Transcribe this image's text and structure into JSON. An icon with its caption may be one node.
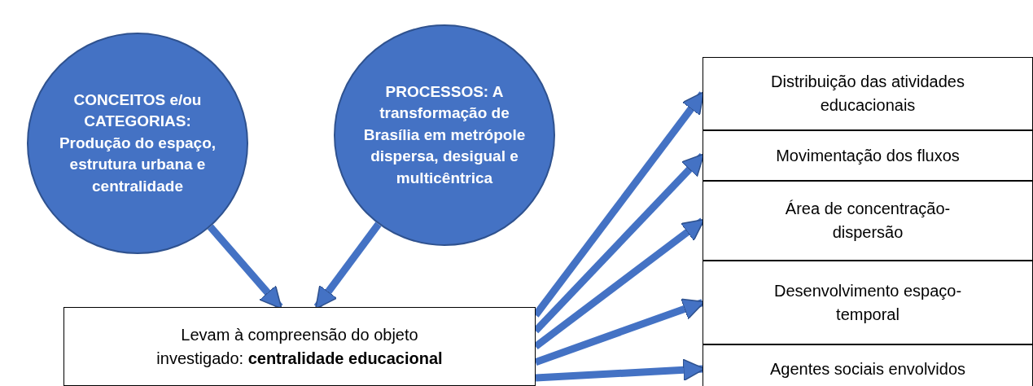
{
  "diagram": {
    "nodes": [
      {
        "text": [
          "CONCEITOS e/ou CATEGORIAS: Produção do espaço, estrutura urbana e centralidade"
        ]
      },
      {
        "text": [
          "PROCESSOS: A transformação de Brasília em metrópole dispersa, desigual e multicêntrica"
        ]
      },
      {
        "text": [
          "Levam à compreensão do objeto investigado: **centralidade educacional**"
        ]
      },
      {
        "text": [
          "Distribuição das atividades educacionais"
        ]
      },
      {
        "text": [
          "Movimentação dos fluxos"
        ]
      },
      {
        "text": [
          "Área de concentração-dispersão"
        ]
      },
      {
        "text": [
          "Desenvolvimento espaço-temporal"
        ]
      },
      {
        "text": [
          "Agentes sociais envolvidos"
        ]
      }
    ],
    "edges": [
      {
        "from": 0,
        "to": 2,
        "arrow": "to"
      },
      {
        "from": 1,
        "to": 2,
        "arrow": "to"
      },
      {
        "from": 2,
        "to": 3,
        "arrow": "to"
      },
      {
        "from": 2,
        "to": 4,
        "arrow": "to"
      },
      {
        "from": 2,
        "to": 5,
        "arrow": "to"
      },
      {
        "from": 2,
        "to": 6,
        "arrow": "to"
      },
      {
        "from": 2,
        "to": 7,
        "arrow": "to"
      }
    ]
  }
}
